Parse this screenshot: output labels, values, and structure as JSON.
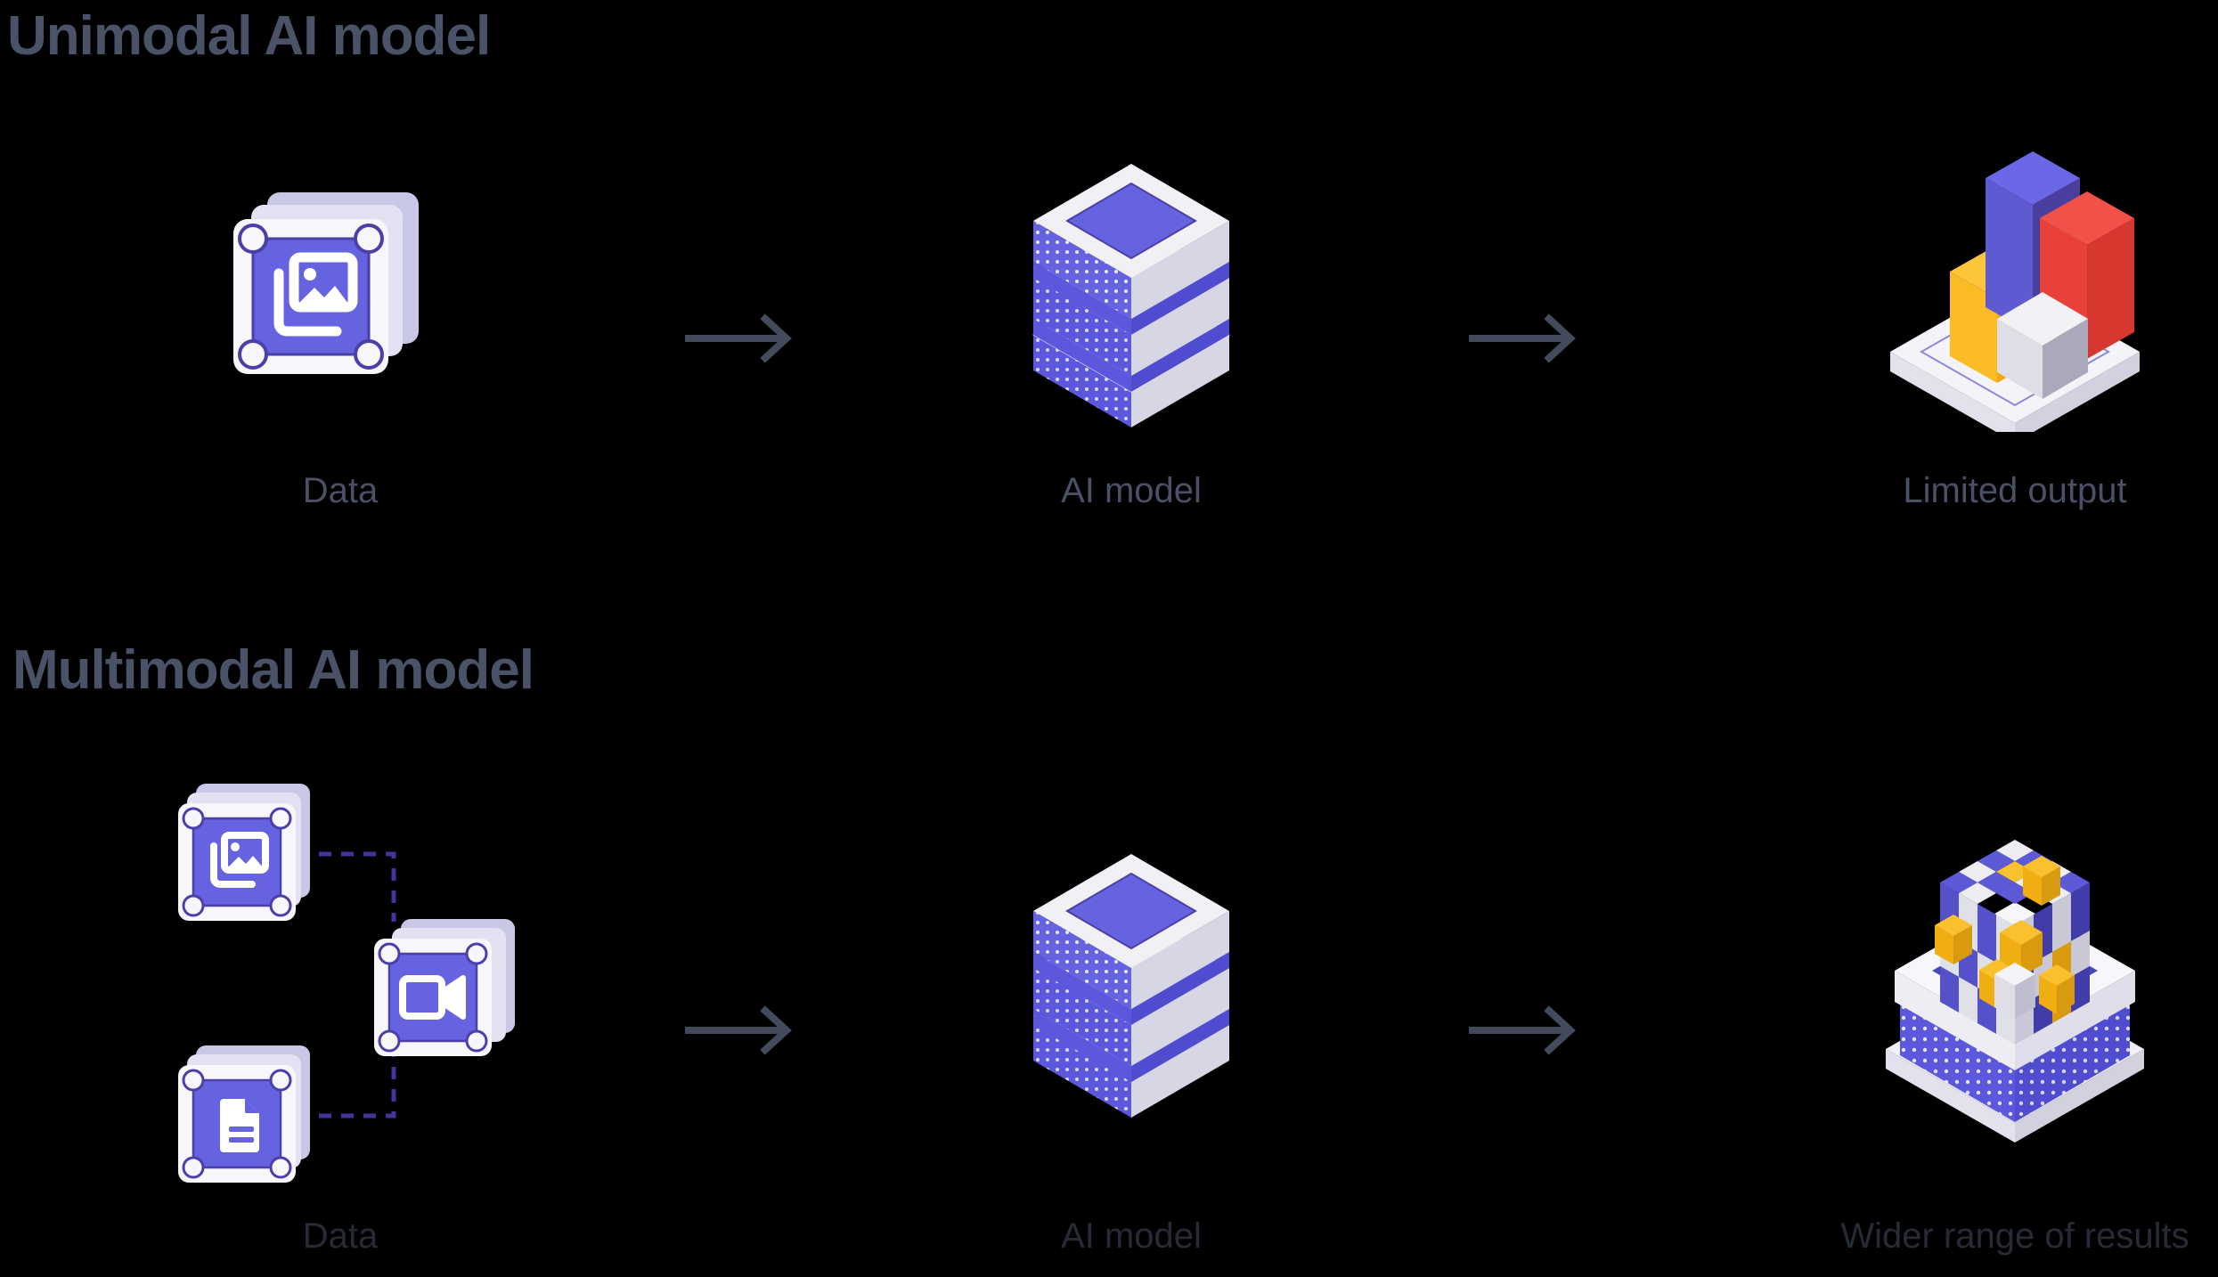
{
  "diagram": {
    "title_unimodal": "Unimodal AI model",
    "title_multimodal": "Multimodal AI model",
    "background_color": "#000000",
    "title_color": "#4A5268",
    "label_color": "#4A5065",
    "accent_purple": "#5B58DE",
    "accent_purple_light": "#6B68E8",
    "arrow_color": "#434A5C"
  },
  "rows": [
    {
      "name": "unimodal",
      "title": "Unimodal AI model",
      "steps": [
        {
          "label": "Data",
          "icon": "image-card-stack-icon"
        },
        {
          "label": "AI model",
          "icon": "server-stack-icon"
        },
        {
          "label": "Limited output",
          "icon": "bar-chart-3d-icon"
        }
      ],
      "arrows": [
        {
          "name": "arrow-data-to-model"
        },
        {
          "name": "arrow-model-to-output"
        }
      ]
    },
    {
      "name": "multimodal",
      "title": "Multimodal AI model",
      "steps": [
        {
          "label": "Data",
          "icon": "multimodal-card-cluster-icon"
        },
        {
          "label": "AI model",
          "icon": "server-stack-icon"
        },
        {
          "label": "Wider range of results",
          "icon": "voxel-cube-platform-icon"
        }
      ],
      "arrows": [
        {
          "name": "arrow-data-to-model"
        },
        {
          "name": "arrow-model-to-output"
        }
      ],
      "data_modalities": [
        {
          "name": "image",
          "icon": "image-card-icon"
        },
        {
          "name": "video",
          "icon": "video-card-icon"
        },
        {
          "name": "document",
          "icon": "document-card-icon"
        }
      ]
    }
  ],
  "chart_data": {
    "type": "bar",
    "title": "Limited output",
    "categories": [
      "bar-yellow",
      "bar-purple",
      "bar-white",
      "bar-red"
    ],
    "values": [
      45,
      100,
      28,
      78
    ],
    "colors": [
      "#FBC02D",
      "#6B68E8",
      "#EDEDF2",
      "#E8413A"
    ],
    "xlabel": "",
    "ylabel": "",
    "ylim": [
      0,
      100
    ],
    "grid": false,
    "legend": "none"
  }
}
